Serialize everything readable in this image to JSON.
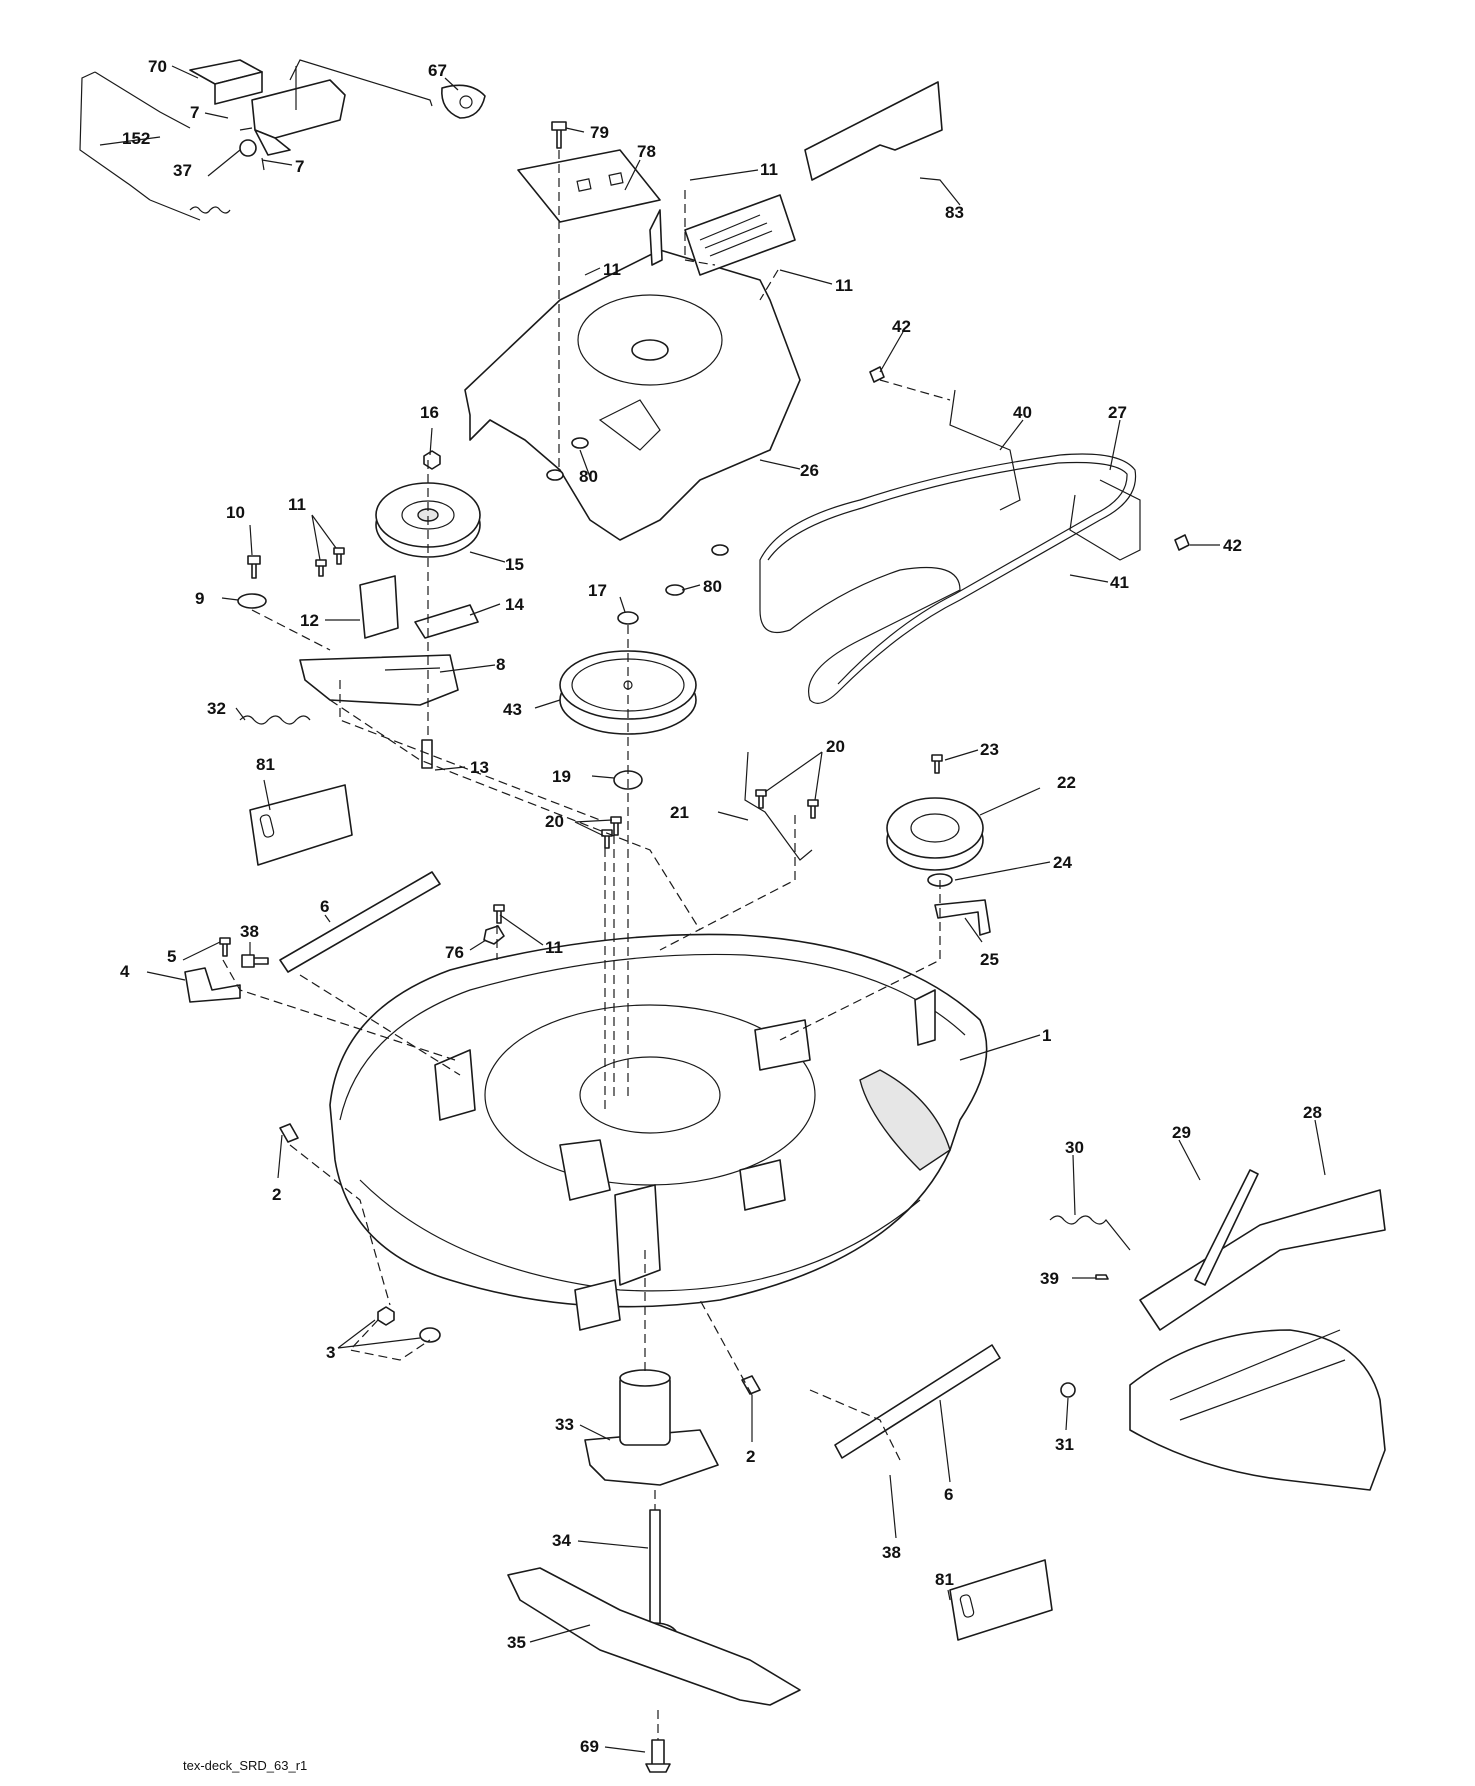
{
  "diagram": {
    "caption": "tex-deck_SRD_63_r1",
    "callouts": [
      {
        "id": "c70",
        "label": "70"
      },
      {
        "id": "c67",
        "label": "67"
      },
      {
        "id": "c7a",
        "label": "7"
      },
      {
        "id": "c7b",
        "label": "7"
      },
      {
        "id": "c152",
        "label": "152"
      },
      {
        "id": "c37",
        "label": "37"
      },
      {
        "id": "c79",
        "label": "79"
      },
      {
        "id": "c78",
        "label": "78"
      },
      {
        "id": "c11a",
        "label": "11"
      },
      {
        "id": "c11b",
        "label": "11"
      },
      {
        "id": "c11c",
        "label": "11"
      },
      {
        "id": "c83",
        "label": "83"
      },
      {
        "id": "c42a",
        "label": "42"
      },
      {
        "id": "c40",
        "label": "40"
      },
      {
        "id": "c27",
        "label": "27"
      },
      {
        "id": "c26",
        "label": "26"
      },
      {
        "id": "c80a",
        "label": "80"
      },
      {
        "id": "c80b",
        "label": "80"
      },
      {
        "id": "c42b",
        "label": "42"
      },
      {
        "id": "c41",
        "label": "41"
      },
      {
        "id": "c16",
        "label": "16"
      },
      {
        "id": "c15",
        "label": "15"
      },
      {
        "id": "c10",
        "label": "10"
      },
      {
        "id": "c11d",
        "label": "11"
      },
      {
        "id": "c9",
        "label": "9"
      },
      {
        "id": "c12",
        "label": "12"
      },
      {
        "id": "c14",
        "label": "14"
      },
      {
        "id": "c17",
        "label": "17"
      },
      {
        "id": "c8",
        "label": "8"
      },
      {
        "id": "c43",
        "label": "43"
      },
      {
        "id": "c32",
        "label": "32"
      },
      {
        "id": "c13",
        "label": "13"
      },
      {
        "id": "c81a",
        "label": "81"
      },
      {
        "id": "c19",
        "label": "19"
      },
      {
        "id": "c20a",
        "label": "20"
      },
      {
        "id": "c21",
        "label": "21"
      },
      {
        "id": "c23",
        "label": "23"
      },
      {
        "id": "c22",
        "label": "22"
      },
      {
        "id": "c20b",
        "label": "20"
      },
      {
        "id": "c24",
        "label": "24"
      },
      {
        "id": "c5",
        "label": "5"
      },
      {
        "id": "c38a",
        "label": "38"
      },
      {
        "id": "c6a",
        "label": "6"
      },
      {
        "id": "c11e",
        "label": "11"
      },
      {
        "id": "c76",
        "label": "76"
      },
      {
        "id": "c4",
        "label": "4"
      },
      {
        "id": "c25",
        "label": "25"
      },
      {
        "id": "c1",
        "label": "1"
      },
      {
        "id": "c2a",
        "label": "2"
      },
      {
        "id": "c30",
        "label": "30"
      },
      {
        "id": "c29",
        "label": "29"
      },
      {
        "id": "c28",
        "label": "28"
      },
      {
        "id": "c39",
        "label": "39"
      },
      {
        "id": "c3",
        "label": "3"
      },
      {
        "id": "c33",
        "label": "33"
      },
      {
        "id": "c2b",
        "label": "2"
      },
      {
        "id": "c6b",
        "label": "6"
      },
      {
        "id": "c31",
        "label": "31"
      },
      {
        "id": "c38b",
        "label": "38"
      },
      {
        "id": "c81b",
        "label": "81"
      },
      {
        "id": "c34",
        "label": "34"
      },
      {
        "id": "c35",
        "label": "35"
      },
      {
        "id": "c69",
        "label": "69"
      }
    ]
  }
}
